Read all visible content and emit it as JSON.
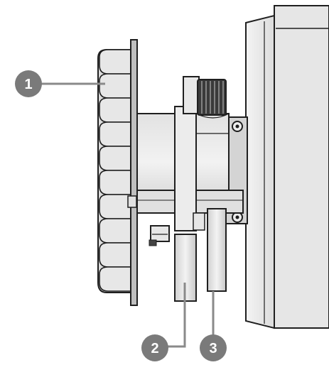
{
  "diagram": {
    "callouts": [
      {
        "id": "1",
        "label": "1"
      },
      {
        "id": "2",
        "label": "2"
      },
      {
        "id": "3",
        "label": "3"
      }
    ],
    "colors": {
      "outline": "#1f1f1f",
      "body_light": "#e9e9e9",
      "body_mid": "#d6d6d6",
      "body_dark": "#bdbdbd",
      "callout_fill": "#7a7a7a",
      "leader": "#8a8a8a"
    }
  }
}
